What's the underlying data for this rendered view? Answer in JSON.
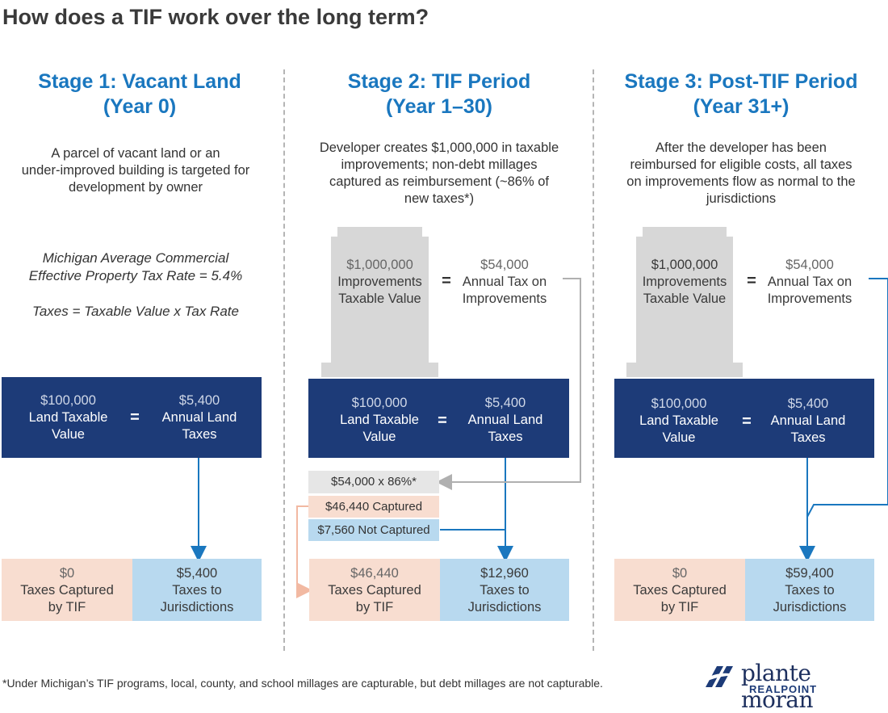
{
  "title": "How does a TIF work over the long term?",
  "stage1": {
    "heading_line1": "Stage 1: Vacant Land",
    "heading_line2": "(Year 0)",
    "desc_lines": [
      "A parcel of vacant land or an",
      "under-improved building is targeted for",
      "development by owner"
    ],
    "italic_line1": "Michigan Average Commercial",
    "italic_line2": "Effective Property Tax Rate = 5.4%",
    "italic_line3": "Taxes = Taxable Value x Tax Rate",
    "land_value": [
      "$100,000",
      "Land Taxable",
      "Value"
    ],
    "land_tax": [
      "$5,400",
      "Annual Land",
      "Taxes"
    ],
    "equals": "=",
    "captured": [
      "$0",
      "Taxes Captured",
      "by TIF"
    ],
    "jurisdictions": [
      "$5,400",
      "Taxes to",
      "Jurisdictions"
    ]
  },
  "stage2": {
    "heading_line1": "Stage 2: TIF Period",
    "heading_line2": "(Year 1–30)",
    "desc_lines": [
      "Developer creates $1,000,000 in taxable",
      "improvements; non-debt millages",
      "captured as reimbursement (~86% of",
      "new taxes*)"
    ],
    "improvement_value": [
      "$1,000,000",
      "Improvements",
      "Taxable Value"
    ],
    "improvement_tax": [
      "$54,000",
      "Annual Tax on",
      "Improvements"
    ],
    "land_value": [
      "$100,000",
      "Land Taxable",
      "Value"
    ],
    "land_tax": [
      "$5,400",
      "Annual Land",
      "Taxes"
    ],
    "equals": "=",
    "calc": "$54,000 x 86%*",
    "captured_calc": "$46,440 Captured",
    "not_captured_calc": "$7,560 Not Captured",
    "captured": [
      "$46,440",
      "Taxes Captured",
      "by TIF"
    ],
    "jurisdictions": [
      "$12,960",
      "Taxes to",
      "Jurisdictions"
    ]
  },
  "stage3": {
    "heading_line1": "Stage 3: Post-TIF Period",
    "heading_line2": "(Year 31+)",
    "desc_lines": [
      "After the developer has been",
      "reimbursed for eligible costs, all taxes",
      "on improvements flow as normal to the",
      "jurisdictions"
    ],
    "improvement_value": [
      "$1,000,000",
      "Improvements",
      "Taxable Value"
    ],
    "improvement_tax": [
      "$54,000",
      "Annual Tax on",
      "Improvements"
    ],
    "land_value": [
      "$100,000",
      "Land Taxable",
      "Value"
    ],
    "land_tax": [
      "$5,400",
      "Annual Land",
      "Taxes"
    ],
    "equals": "=",
    "captured": [
      "$0",
      "Taxes Captured",
      "by TIF"
    ],
    "jurisdictions": [
      "$59,400",
      "Taxes to",
      "Jurisdictions"
    ]
  },
  "footnote": "*Under Michigan’s TIF programs, local, county, and school millages are capturable, but debt millages are not capturable.",
  "logo": {
    "name": "plante moran",
    "sub": "REALPOINT"
  },
  "colors": {
    "navy": "#1d3b78",
    "heading_blue": "#1a77bf",
    "arrow_blue": "#1a77bf",
    "peach": "#f8ddd0",
    "light_blue": "#b8d9ef",
    "pillar_grey": "#d7d7d7"
  }
}
